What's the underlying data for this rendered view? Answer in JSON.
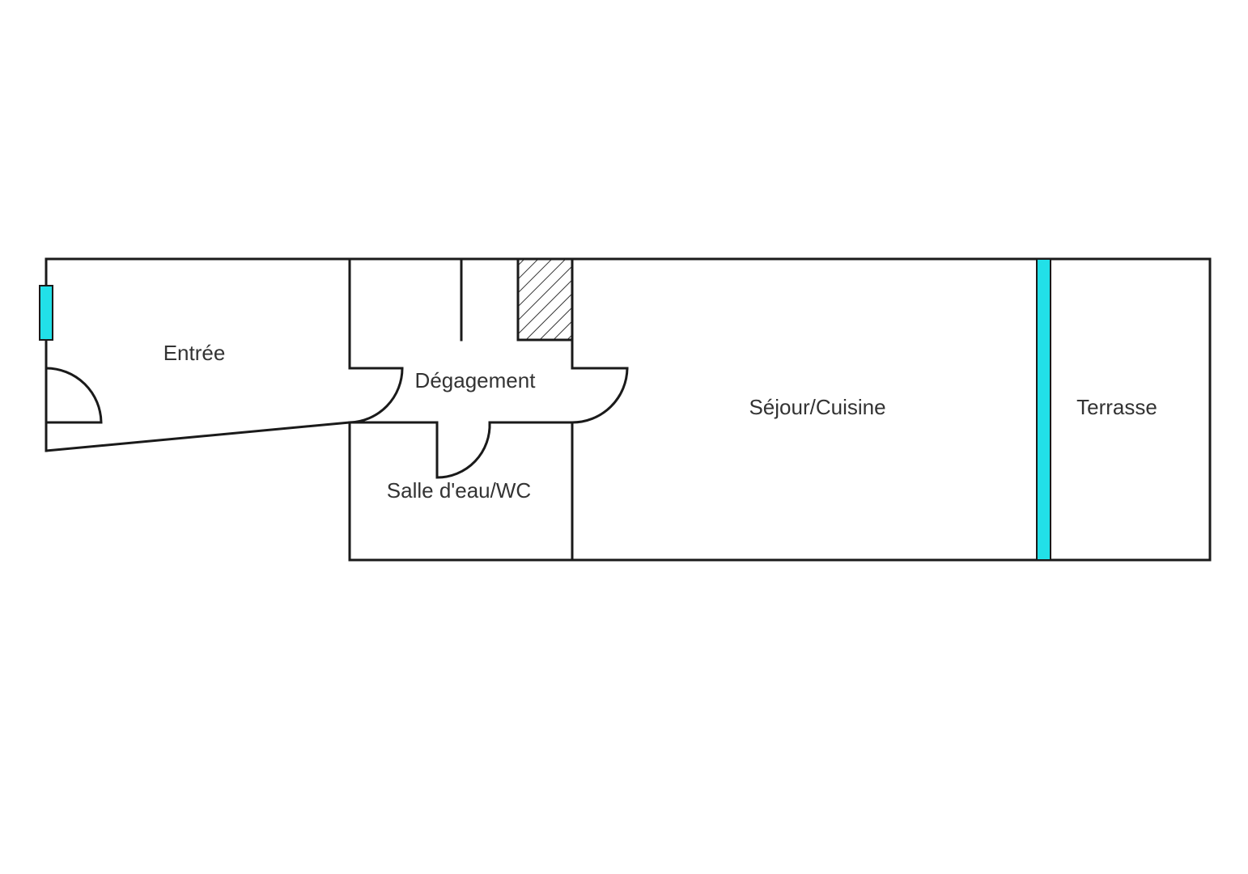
{
  "plan": {
    "rooms": [
      {
        "id": "entree",
        "label": "Entrée"
      },
      {
        "id": "degagement",
        "label": "Dégagement"
      },
      {
        "id": "salle-eau",
        "label": "Salle d'eau/WC"
      },
      {
        "id": "sejour",
        "label": "Séjour/Cuisine"
      },
      {
        "id": "terrasse",
        "label": "Terrasse"
      }
    ],
    "colors": {
      "wall": "#1a1a1a",
      "window": "#22e0e8",
      "label": "#333333"
    }
  }
}
